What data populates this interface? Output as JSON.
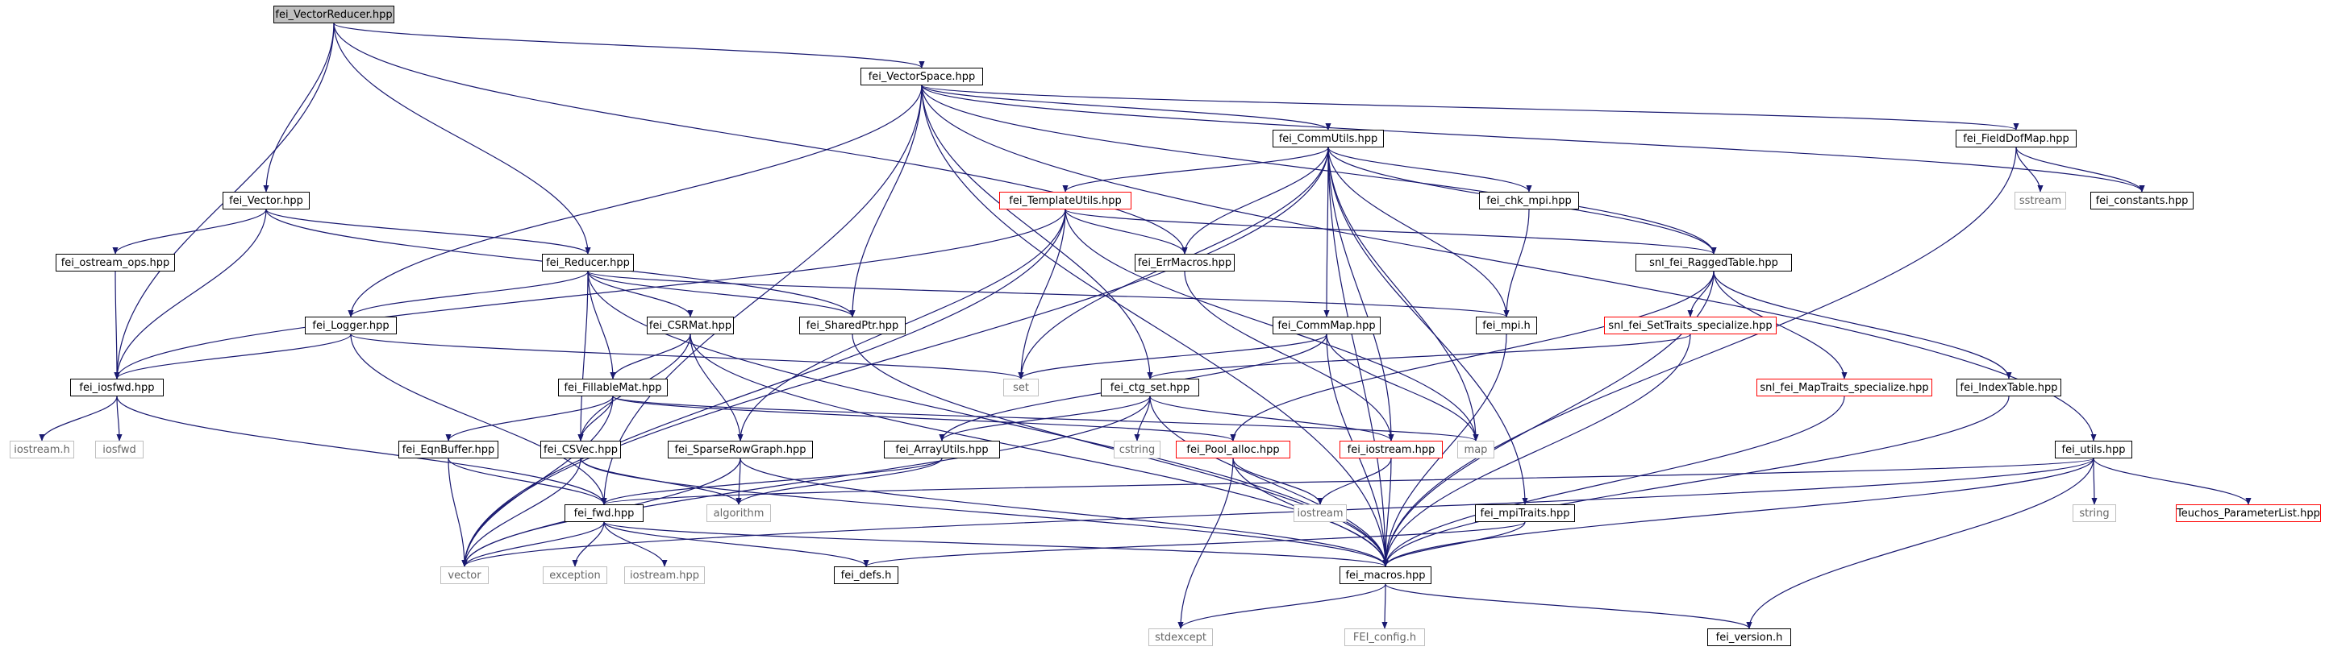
{
  "colors": {
    "edge": "#191970",
    "root_fill": "#bfbfbf",
    "warn_border": "#ff0000",
    "ext_border": "#bfbfbf"
  },
  "nodes": {
    "root": "fei_VectorReducer.hpp",
    "vectorspace": "fei_VectorSpace.hpp",
    "vector": "fei_Vector.hpp",
    "reducer": "fei_Reducer.hpp",
    "ostream_ops": "fei_ostream_ops.hpp",
    "iosfwd_hpp": "fei_iosfwd.hpp",
    "logger": "fei_Logger.hpp",
    "commutils": "fei_CommUtils.hpp",
    "templateutils": "fei_TemplateUtils.hpp",
    "errmacros": "fei_ErrMacros.hpp",
    "sharedptr": "fei_SharedPtr.hpp",
    "csrmat": "fei_CSRMat.hpp",
    "fillablemat": "fei_FillableMat.hpp",
    "eqnbuffer": "fei_EqnBuffer.hpp",
    "csvec": "fei_CSVec.hpp",
    "sparserowgraph": "fei_SparseRowGraph.hpp",
    "fwd": "fei_fwd.hpp",
    "arrayutils": "fei_ArrayUtils.hpp",
    "ctg_set": "fei_ctg_set.hpp",
    "pool_alloc": "fei_Pool_alloc.hpp",
    "iostream_hpp": "fei_iostream.hpp",
    "commmap": "fei_CommMap.hpp",
    "chk_mpi": "fei_chk_mpi.hpp",
    "mpi_h": "fei_mpi.h",
    "raggedtable": "snl_fei_RaggedTable.hpp",
    "settraits": "snl_fei_SetTraits_specialize.hpp",
    "maptraits": "snl_fei_MapTraits_specialize.hpp",
    "indextable": "fei_IndexTable.hpp",
    "fielddofmap": "fei_FieldDofMap.hpp",
    "constants": "fei_constants.hpp",
    "utils": "fei_utils.hpp",
    "mpitraits": "fei_mpiTraits.hpp",
    "macros": "fei_macros.hpp",
    "defs": "fei_defs.h",
    "version": "fei_version.h",
    "teuchos": "Teuchos_ParameterList.hpp",
    "iostream_h": "iostream.h",
    "iosfwd": "iosfwd",
    "vector_std": "vector",
    "set": "set",
    "map": "map",
    "cstring": "cstring",
    "algorithm": "algorithm",
    "exception": "exception",
    "iostream_hpp_std": "iostream.hpp",
    "iostream": "iostream",
    "sstream": "sstream",
    "string": "string",
    "stdexcept": "stdexcept",
    "fei_config": "FEI_config.h"
  }
}
